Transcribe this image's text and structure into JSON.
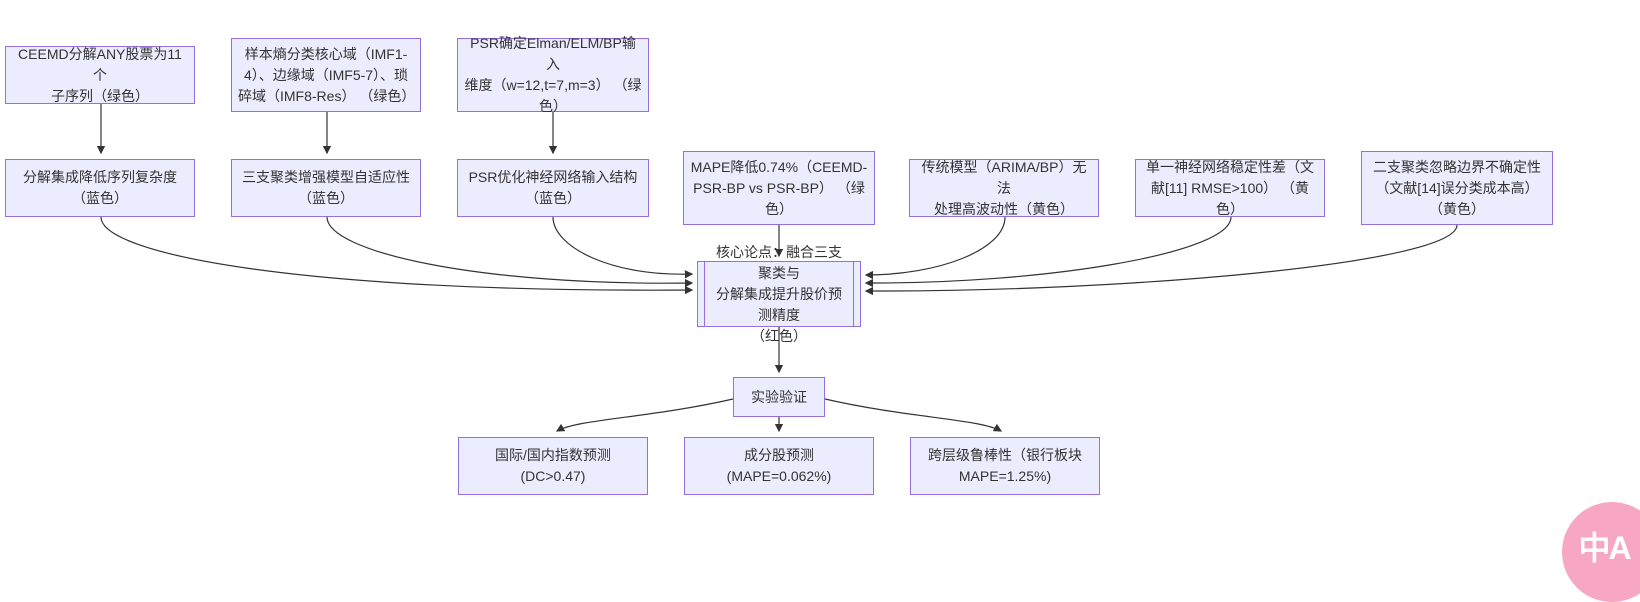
{
  "colors": {
    "node_fill": "#ececff",
    "node_border": "#9370db",
    "arrow": "#333333",
    "translate_bg": "#f7a6c3"
  },
  "diagram": {
    "nodes": {
      "a": {
        "label": "CEEMD分解ANY股票为11个\n子序列（绿色）"
      },
      "b": {
        "label": "样本熵分类核心域（IMF1-\n4）、边缘域（IMF5-7）、琐\n碎域（IMF8-Res） （绿色）"
      },
      "c": {
        "label": "PSR确定Elman/ELM/BP输入\n维度（w=12,t=7,m=3） （绿\n色）"
      },
      "d": {
        "label": "分解集成降低序列复杂度\n（蓝色）"
      },
      "e": {
        "label": "三支聚类增强模型自适应性\n（蓝色）"
      },
      "f": {
        "label": "PSR优化神经网络输入结构\n（蓝色）"
      },
      "g": {
        "label": "MAPE降低0.74%（CEEMD-\nPSR-BP vs PSR-BP） （绿\n色）"
      },
      "h": {
        "label": "传统模型（ARIMA/BP）无法\n处理高波动性（黄色）"
      },
      "i": {
        "label": "单一神经网络稳定性差（文\n献[11] RMSE>100） （黄色）"
      },
      "j": {
        "label": "二支聚类忽略边界不确定性\n（文献[14]误分类成本高）\n（黄色）"
      },
      "core": {
        "label": "核心论点：融合三支聚类与\n分解集成提升股价预测精度\n（红色）"
      },
      "exp": {
        "label": "实验验证"
      },
      "m": {
        "label": "国际/国内指数预测\n(DC>0.47)"
      },
      "n": {
        "label": "成分股预测\n(MAPE=0.062%)"
      },
      "o": {
        "label": "跨层级鲁棒性（银行板块\nMAPE=1.25%)"
      }
    }
  },
  "translate_button": {
    "label": "中A"
  }
}
